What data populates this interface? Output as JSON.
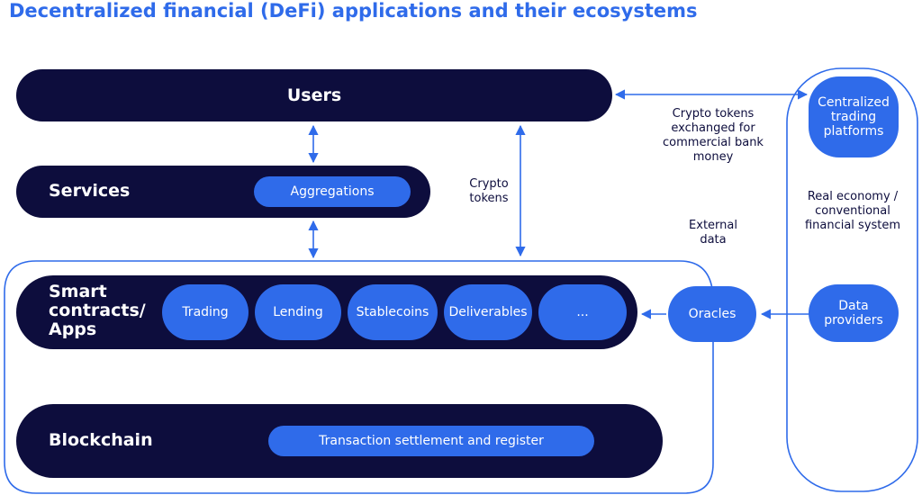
{
  "title": "Decentralized financial (DeFi) applications and their ecosystems",
  "layers": {
    "users": "Users",
    "services": "Services",
    "smart_contracts": "Smart contracts/ Apps",
    "blockchain": "Blockchain"
  },
  "services_item": "Aggregations",
  "apps": [
    "Trading",
    "Lending",
    "Stablecoins",
    "Deliverables",
    "..."
  ],
  "blockchain_item": "Transaction settlement and register",
  "oracles": "Oracles",
  "real_economy": {
    "label": "Real economy / conventional financial system",
    "centralized": "Centralized trading platforms",
    "data_providers": "Data providers"
  },
  "notes": {
    "crypto_tokens": "Crypto tokens",
    "exchanged": "Crypto tokens exchanged for commercial bank money",
    "external_data": "External data"
  },
  "colors": {
    "dark": "#0d0d3d",
    "accent": "#2f6bea"
  }
}
